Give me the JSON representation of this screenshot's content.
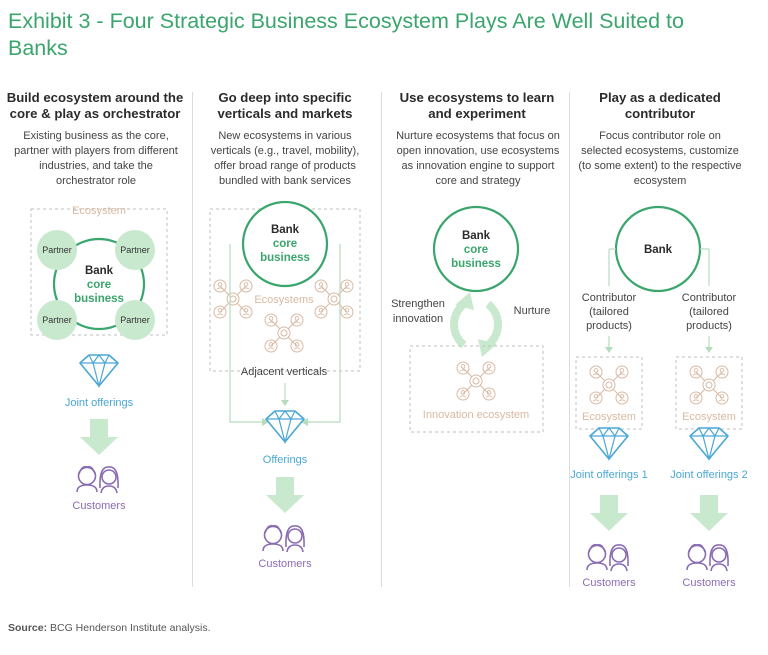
{
  "title": "Exhibit 3 - Four Strategic Business Ecosystem Plays Are Well Suited to Banks",
  "source_label": "Source:",
  "source_text": "BCG Henderson Institute analysis.",
  "colors": {
    "green": "#3aa56c",
    "light_green": "#c9e9cf",
    "peach": "#d8b9a3",
    "purple": "#8a6cb3",
    "blue": "#4aa7d6"
  },
  "columns": [
    {
      "heading": "Build ecosystem around the core & play as orchestrator",
      "description": "Existing business as the core, partner with players from different industries,  and take the orchestrator role",
      "ecosystem_label": "Ecosystem",
      "partner_label": "Partner",
      "bank_label": "Bank",
      "core_label": "core",
      "business_label": "business",
      "offerings_label": "Joint offerings",
      "customers_label": "Customers"
    },
    {
      "heading": "Go deep into specific verticals and markets",
      "description": "New ecosystems in various verticals (e.g., travel, mobility), offer broad range of  products bundled with bank services",
      "bank_label": "Bank",
      "core_label": "core",
      "business_label": "business",
      "ecosystems_label": "Ecosystems",
      "adjacent_label": "Adjacent verticals",
      "offerings_label": "Offerings",
      "customers_label": "Customers"
    },
    {
      "heading": "Use ecosystems to learn and experiment",
      "description": "Nurture ecosystems that focus on open  innovation, use ecosystems as innovation engine to support core and strategy",
      "bank_label": "Bank",
      "core_label": "core",
      "business_label": "business",
      "strengthen_label_1": "Strengthen",
      "strengthen_label_2": "innovation",
      "nurture_label": "Nurture",
      "innovation_eco_label": "Innovation ecosystem"
    },
    {
      "heading": "Play as a dedicated contributor",
      "description": "Focus contributor role on selected  ecosystems, customize (to some extent) to  the respective ecosystem",
      "bank_label": "Bank",
      "contributor_label": "Contributor",
      "tailored_label_1": "(tailored",
      "tailored_label_2": "products)",
      "ecosystem_label": "Ecosystem",
      "offerings_1_label": "Joint offerings 1",
      "offerings_2_label": "Joint offerings 2",
      "customers_label": "Customers"
    }
  ]
}
